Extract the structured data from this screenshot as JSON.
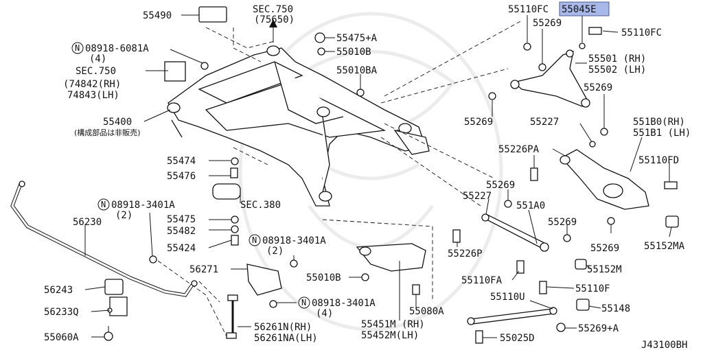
{
  "diagram_id": "J43100BH",
  "highlighted_part": "55045E",
  "labels": [
    {
      "key": "p55490",
      "text": "55490"
    },
    {
      "key": "sec750top",
      "text": "SEC.750"
    },
    {
      "key": "sec750top2",
      "text": "(75650)"
    },
    {
      "key": "p55475a",
      "text": "55475+A"
    },
    {
      "key": "p55010b_top",
      "text": "55010B"
    },
    {
      "key": "n08918_6081a",
      "text": "08918-6081A"
    },
    {
      "key": "n08918_6081a_q",
      "text": "(4)"
    },
    {
      "key": "sec750left",
      "text": "SEC.750"
    },
    {
      "key": "sec750left_rh",
      "text": "(74842(RH)"
    },
    {
      "key": "sec750left_lh",
      "text": "74843(LH)"
    },
    {
      "key": "p55010ba",
      "text": "55010BA"
    },
    {
      "key": "p55400",
      "text": "55400"
    },
    {
      "key": "p55400_note",
      "text": "(構成部品は非販売)"
    },
    {
      "key": "p55110fc_l",
      "text": "55110FC"
    },
    {
      "key": "p55045e",
      "text": "55045E"
    },
    {
      "key": "p55269_a",
      "text": "55269"
    },
    {
      "key": "p55110fc_r",
      "text": "55110FC"
    },
    {
      "key": "p55501",
      "text": "55501 (RH)"
    },
    {
      "key": "p55502",
      "text": "55502 (LH)"
    },
    {
      "key": "p55269_b",
      "text": "55269"
    },
    {
      "key": "p55269_c",
      "text": "55269"
    },
    {
      "key": "p55227_a",
      "text": "55227"
    },
    {
      "key": "p551b0",
      "text": "551B0(RH)"
    },
    {
      "key": "p551b1",
      "text": "551B1 (LH)"
    },
    {
      "key": "p55226pa",
      "text": "55226PA"
    },
    {
      "key": "p55110fd",
      "text": "55110FD"
    },
    {
      "key": "p55474",
      "text": "55474"
    },
    {
      "key": "p55476",
      "text": "55476"
    },
    {
      "key": "p55269_d",
      "text": "55269"
    },
    {
      "key": "p55227_b",
      "text": "55227"
    },
    {
      "key": "p551a0",
      "text": "551A0"
    },
    {
      "key": "sec380",
      "text": "SEC.380"
    },
    {
      "key": "n08918_3401a_1",
      "text": "08918-3401A"
    },
    {
      "key": "n08918_3401a_1q",
      "text": "(2)"
    },
    {
      "key": "p56230",
      "text": "56230"
    },
    {
      "key": "p55475",
      "text": "55475"
    },
    {
      "key": "p55482",
      "text": "55482"
    },
    {
      "key": "p55269_e",
      "text": "55269"
    },
    {
      "key": "p55226p",
      "text": "55226P"
    },
    {
      "key": "p55269_f",
      "text": "55269"
    },
    {
      "key": "p55152ma",
      "text": "55152MA"
    },
    {
      "key": "p55424",
      "text": "55424"
    },
    {
      "key": "n08918_3401a_2",
      "text": "08918-3401A"
    },
    {
      "key": "n08918_3401a_2q",
      "text": "(2)"
    },
    {
      "key": "p55152m",
      "text": "55152M"
    },
    {
      "key": "p56271",
      "text": "56271"
    },
    {
      "key": "p55010b_mid",
      "text": "55010B"
    },
    {
      "key": "p55110fa",
      "text": "55110FA"
    },
    {
      "key": "p55110f",
      "text": "55110F"
    },
    {
      "key": "p56243",
      "text": "56243"
    },
    {
      "key": "p55110u",
      "text": "55110U"
    },
    {
      "key": "p55148",
      "text": "55148"
    },
    {
      "key": "n08918_3401a_3",
      "text": "08918-3401A"
    },
    {
      "key": "n08918_3401a_3q",
      "text": "(4)"
    },
    {
      "key": "p55080a",
      "text": "55080A"
    },
    {
      "key": "p56233q",
      "text": "56233Q"
    },
    {
      "key": "p56261n",
      "text": "56261N(RH)"
    },
    {
      "key": "p56261na",
      "text": "56261NA(LH)"
    },
    {
      "key": "p55451m",
      "text": "55451M (RH)"
    },
    {
      "key": "p55452m",
      "text": "55452M(LH)"
    },
    {
      "key": "p55269a",
      "text": "55269+A"
    },
    {
      "key": "p55060a",
      "text": "55060A"
    },
    {
      "key": "p55025d",
      "text": "55025D"
    }
  ],
  "circled_marker": "N"
}
